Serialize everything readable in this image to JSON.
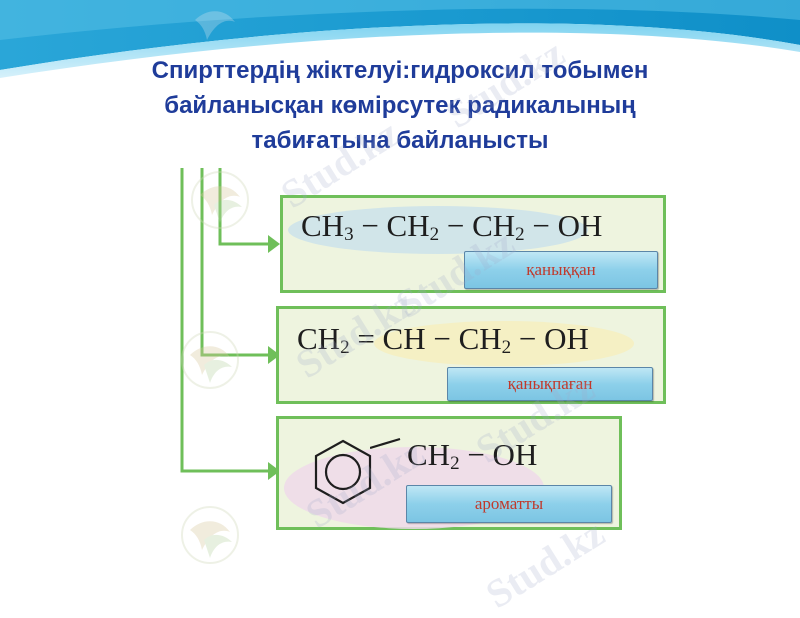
{
  "title": {
    "line1": "Спирттердің  жіктелуі:гидроксил тобымен",
    "line2": "байланысқан көмірсутек радикалының",
    "line3": "табиғатына байланысты"
  },
  "watermark": "Stud.kz",
  "rows": [
    {
      "formula": [
        {
          "t": "CH"
        },
        {
          "sub": "3"
        },
        {
          "t": " − CH"
        },
        {
          "sub": "2"
        },
        {
          "t": " − CH"
        },
        {
          "sub": "2"
        },
        {
          "t": " − OH"
        }
      ],
      "tag": "қаныққан"
    },
    {
      "formula": [
        {
          "t": "CH"
        },
        {
          "sub": "2"
        },
        {
          "t": " = CH  − CH"
        },
        {
          "sub": "2"
        },
        {
          "t": " − OH"
        }
      ],
      "tag": "қанықпаған"
    },
    {
      "formula": [
        {
          "t": "CH"
        },
        {
          "sub": "2"
        },
        {
          "t": " − OH"
        }
      ],
      "tag": "ароматты"
    }
  ],
  "colors": {
    "title": "#1f3c9a",
    "box_border": "#6fbf5a",
    "box_fill": "#eef4df",
    "arrow": "#6fbf5a",
    "tag_text": "#c0392b",
    "header_blue": "#2fa9d6"
  },
  "icons": [
    "benzene-ring-icon",
    "arrow-right-icon",
    "bird-logo-icon"
  ]
}
